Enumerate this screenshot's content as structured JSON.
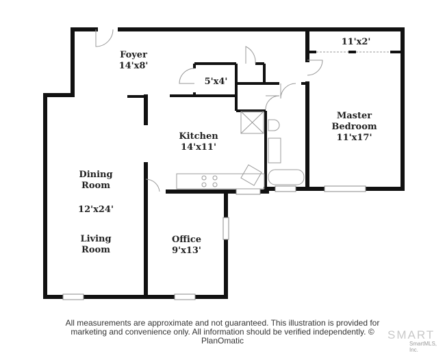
{
  "rooms": [
    {
      "name": "Foyer",
      "size": "14'x8'"
    },
    {
      "name": "",
      "size": "5'x4'"
    },
    {
      "name": "",
      "size": "11'x2'"
    },
    {
      "name": "Kitchen",
      "size": "14'x11'"
    },
    {
      "name": "Master Bedroom",
      "size": "11'x17'"
    },
    {
      "name": "Dining Room",
      "size": "12'x24'"
    },
    {
      "name": "Living Room",
      "size": ""
    },
    {
      "name": "Office",
      "size": "9'x13'"
    }
  ],
  "disclaimer": {
    "line1": "All measurements are approximate and not guaranteed. This illustration is provided for",
    "line2": "marketing and convenience only. All information should be verified independently. © PlanOmatic"
  },
  "watermark": {
    "logo": "SMART",
    "sub": "SmartMLS, Inc."
  },
  "colors": {
    "wall": "#111111",
    "fixture": "#999999"
  }
}
